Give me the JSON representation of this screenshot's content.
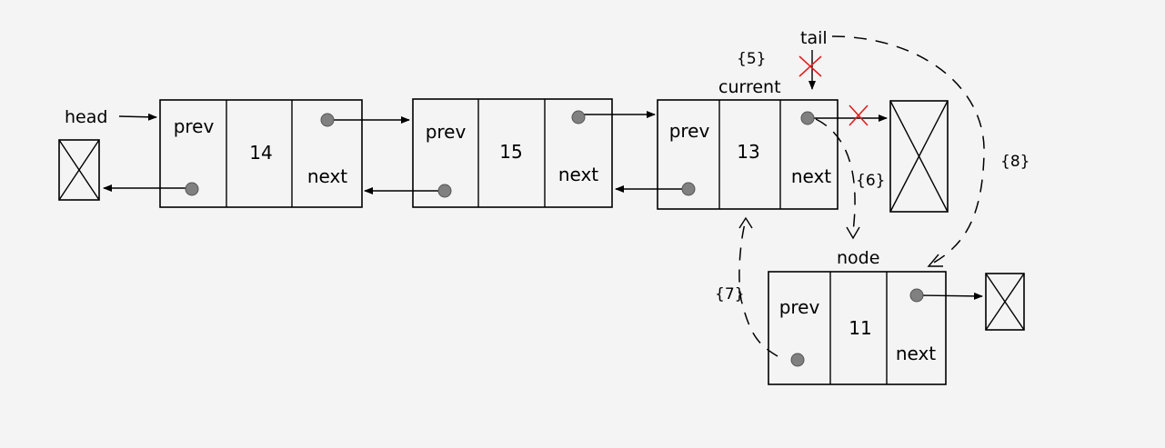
{
  "labels": {
    "head": "head",
    "tail": "tail",
    "current": "current",
    "node": "node"
  },
  "nodes": [
    {
      "prev": "prev",
      "value": "14",
      "next": "next"
    },
    {
      "prev": "prev",
      "value": "15",
      "next": "next"
    },
    {
      "prev": "prev",
      "value": "13",
      "next": "next"
    },
    {
      "prev": "prev",
      "value": "11",
      "next": "next"
    }
  ],
  "steps": {
    "s5": "{5}",
    "s6": "{6}",
    "s7": "{7}",
    "s8": "{8}"
  },
  "colors": {
    "background": "#f4f4f4",
    "line": "#000000",
    "pointer_dot": "#808080",
    "removed_cross": "#e02020"
  }
}
